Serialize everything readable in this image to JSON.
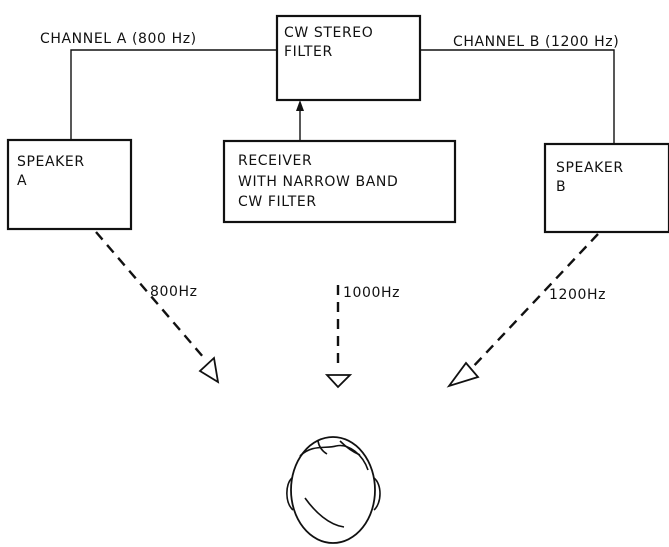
{
  "channel_a_label": "CHANNEL A (800 Hz)",
  "channel_b_label": "CHANNEL B (1200 Hz)",
  "filter_box": {
    "line1": "CW STEREO",
    "line2": "FILTER"
  },
  "speaker_a": {
    "line1": "SPEAKER",
    "line2": "A"
  },
  "speaker_b": {
    "line1": "SPEAKER",
    "line2": "B"
  },
  "receiver_box": {
    "line1": "RECEIVER",
    "line2": "WITH NARROW BAND",
    "line3": "CW FILTER"
  },
  "freq_left": "800Hz",
  "freq_center": "1000Hz",
  "freq_right": "1200Hz"
}
